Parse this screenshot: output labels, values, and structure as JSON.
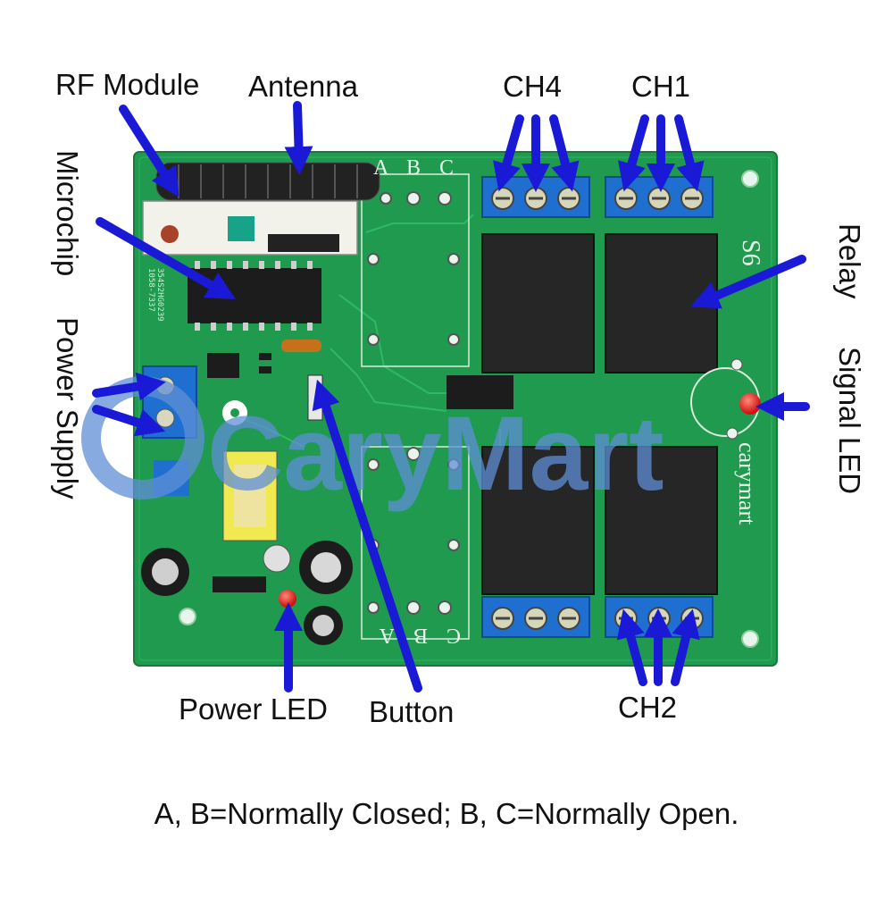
{
  "labels": {
    "rf_module": "RF Module",
    "antenna": "Antenna",
    "ch4": "CH4",
    "ch1": "CH1",
    "ch2": "CH2",
    "microchip": "Microchip",
    "power_supply": "Power Supply",
    "relay": "Relay",
    "signal_led": "Signal LED",
    "power_led": "Power LED",
    "button": "Button"
  },
  "board": {
    "watermark": "CaryMart",
    "brand_text": "carymart",
    "model_text": "S6",
    "terminal_letters": [
      "A",
      "B",
      "C"
    ],
    "chip_text_1": "354S2HG0239",
    "chip_text_2": "1058-7337"
  },
  "caption": "A, B=Normally Closed; B, C=Normally Open.",
  "colors": {
    "arrow": "#1a1ad6",
    "board": "#1f9a4e",
    "relay": "#2a2a2a",
    "terminal": "#1e6fd0",
    "watermark": "#5f8fd6"
  }
}
